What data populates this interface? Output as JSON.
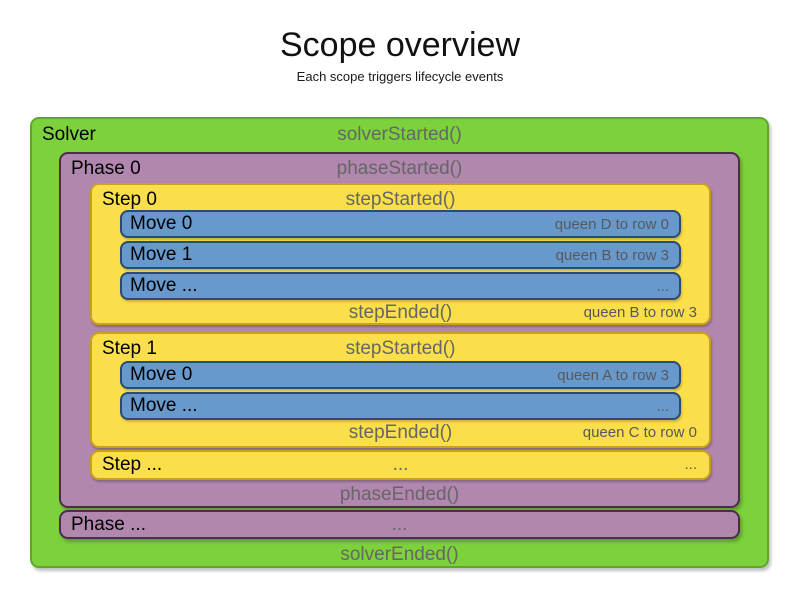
{
  "header": {
    "title": "Scope overview",
    "subtitle": "Each scope triggers lifecycle events"
  },
  "colors": {
    "solver_fill": "#7dd23c",
    "solver_border": "#5ea72b",
    "phase_fill": "#b287af",
    "phase_border": "#4e2c4c",
    "step_fill": "#fadf4b",
    "step_border": "#c9a11e",
    "move_fill": "#6899cc",
    "move_border": "#2b4a75",
    "title_text": "#111111",
    "lifecycle_text": "#666666",
    "annotation_text": "#58585a"
  },
  "solver": {
    "label": "Solver",
    "started": "solverStarted()",
    "ended": "solverEnded()",
    "phases": [
      {
        "label": "Phase 0",
        "started": "phaseStarted()",
        "ended": "phaseEnded()",
        "steps": [
          {
            "label": "Step 0",
            "started": "stepStarted()",
            "ended": "stepEnded()",
            "ended_annotation": "queen B to row 3",
            "moves": [
              {
                "label": "Move 0",
                "annotation": "queen D to row 0"
              },
              {
                "label": "Move 1",
                "annotation": "queen B to row 3"
              },
              {
                "label": "Move ...",
                "annotation": "..."
              }
            ]
          },
          {
            "label": "Step 1",
            "started": "stepStarted()",
            "ended": "stepEnded()",
            "ended_annotation": "queen C to row 0",
            "moves": [
              {
                "label": "Move 0",
                "annotation": "queen A to row 3"
              },
              {
                "label": "Move ...",
                "annotation": "..."
              }
            ]
          },
          {
            "label": "Step ...",
            "center_ellipsis": "...",
            "right_ellipsis": "..."
          }
        ]
      },
      {
        "label": "Phase ...",
        "center_ellipsis": "..."
      }
    ]
  }
}
